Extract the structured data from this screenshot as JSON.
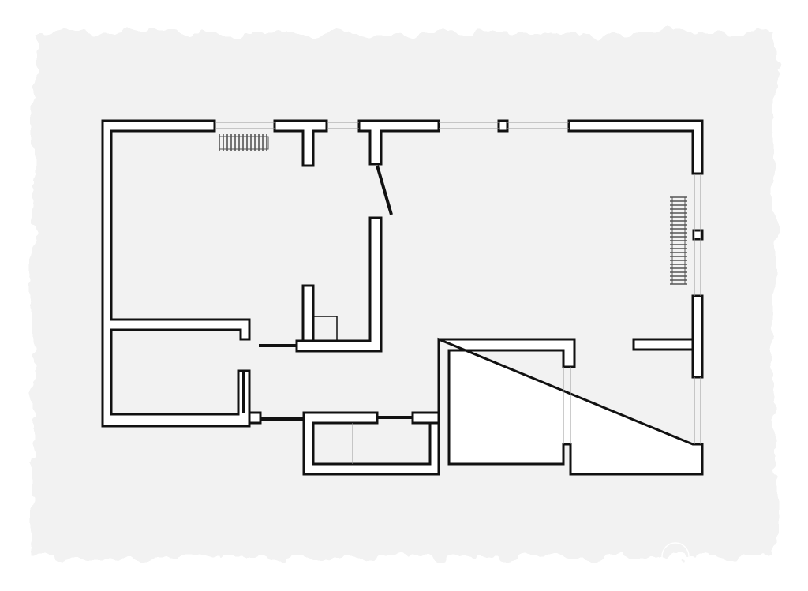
{
  "drawing": {
    "type": "floor-plan",
    "style": "sketch",
    "colors": {
      "paper": "#f2f2f2",
      "page": "#ffffff",
      "wall": "#111111",
      "wall_fill": "#ffffff",
      "window_line": "#9a9a9a",
      "radiator": "#555555"
    },
    "rooms": [
      {
        "id": "room-top-left"
      },
      {
        "id": "room-small-left"
      },
      {
        "id": "room-main-right"
      },
      {
        "id": "room-lower-right"
      },
      {
        "id": "room-bottom-middle"
      },
      {
        "id": "hallway"
      }
    ],
    "fixtures": [
      {
        "type": "radiator-icon",
        "orientation": "horizontal"
      },
      {
        "type": "radiator-icon",
        "orientation": "vertical"
      }
    ],
    "watermark_icon": "circle-icon"
  }
}
